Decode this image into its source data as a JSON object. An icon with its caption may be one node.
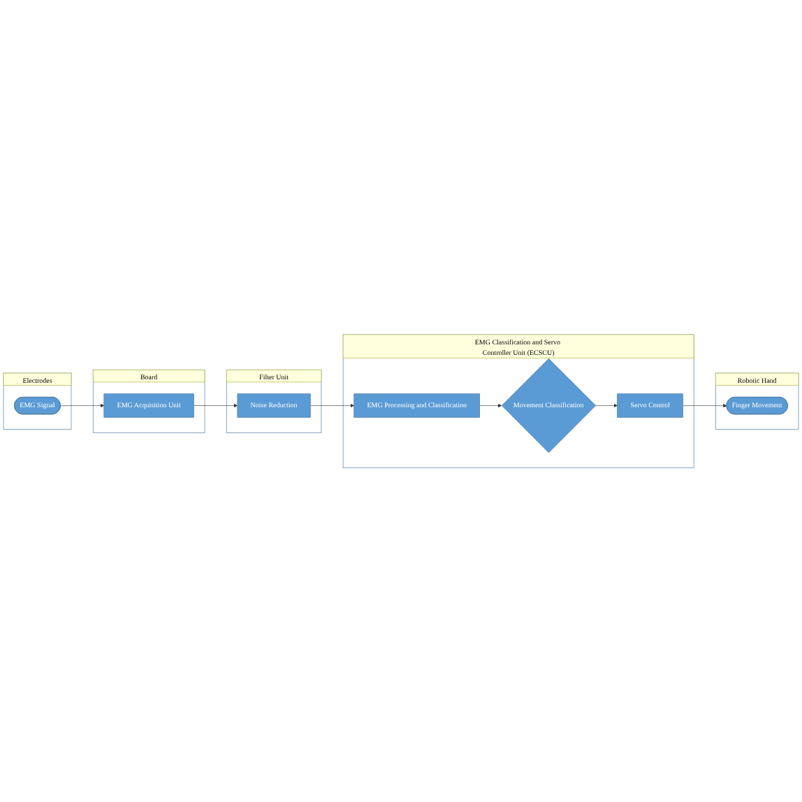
{
  "diagram": {
    "nodes": [
      {
        "text": [
          "Electrodes"
        ]
      },
      {
        "text": [
          "EMG Signal"
        ],
        "in": 0
      },
      {
        "text": [
          "Board"
        ]
      },
      {
        "text": [
          "EMG Acquisition Unit"
        ],
        "in": 2
      },
      {
        "text": [
          "Filter Unit"
        ]
      },
      {
        "text": [
          "Noise Reduction"
        ],
        "in": 4
      },
      {
        "text": [
          "EMG Classification and Servo Controller Unit (ECSCU)"
        ]
      },
      {
        "text": [
          "EMG Processing and Classification"
        ],
        "in": 6
      },
      {
        "text": [
          "Movement Classification"
        ],
        "in": 6
      },
      {
        "text": [
          "Servo Control"
        ],
        "in": 6
      },
      {
        "text": [
          "Robotic Hand"
        ]
      },
      {
        "text": [
          "Finger Movement"
        ],
        "in": 10
      }
    ],
    "edges": [
      {
        "from": 1,
        "to": 3,
        "arrow": "to"
      },
      {
        "from": 3,
        "to": 5,
        "arrow": "to"
      },
      {
        "from": 5,
        "to": 7,
        "arrow": "to"
      },
      {
        "from": 7,
        "to": 8,
        "arrow": "to"
      },
      {
        "from": 8,
        "to": 9,
        "arrow": "to"
      },
      {
        "from": 9,
        "to": 11,
        "arrow": "to"
      }
    ]
  }
}
